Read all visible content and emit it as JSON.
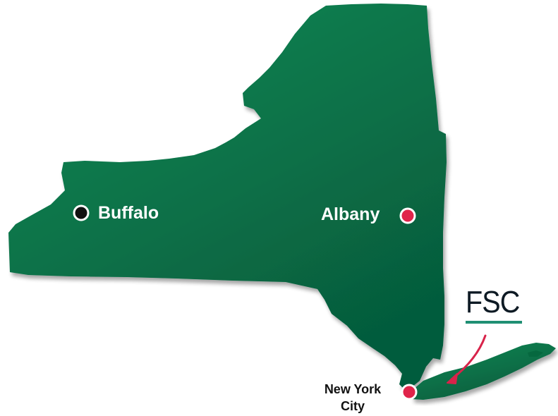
{
  "map": {
    "region": "New York State",
    "fill_color_light": "#0a8a56",
    "fill_color_dark": "#065c3c"
  },
  "cities": [
    {
      "id": "buffalo",
      "name": "Buffalo",
      "marker_color": "#111111",
      "label_color": "#ffffff"
    },
    {
      "id": "albany",
      "name": "Albany",
      "marker_color": "#e0244a",
      "label_color": "#ffffff"
    },
    {
      "id": "new-york-city",
      "name_line1": "New York",
      "name_line2": "City",
      "marker_color": "#e0244a",
      "label_color": "#111111"
    }
  ],
  "logo": {
    "text": "FSC",
    "text_color": "#0e1a24",
    "underline_color": "#1f8f73"
  },
  "pointer": {
    "color": "#d8234a",
    "target": "Long Island"
  }
}
